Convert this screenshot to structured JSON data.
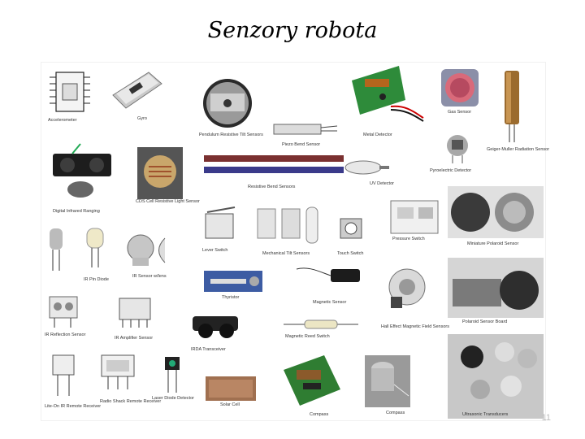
{
  "slide": {
    "title": "Senzory robota",
    "page_number": "11"
  },
  "sensors": [
    "Accelerometer",
    "Gyro",
    "Pendulum Resistive Tilt Sensors",
    "Piezo Bend Sensor",
    "Metal Detector",
    "Gas Sensor",
    "Geiger-Muller Radiation Sensor",
    "Pyroelectric Detector",
    "UV Detector",
    "Resistive Bend Sensors",
    "CDS Cell Resistive Light Sensor",
    "Digital Infrared Ranging",
    "Pressure Switch",
    "Miniature Polaroid Sensor",
    "Lever Switch",
    "Mechanical Tilt Sensors",
    "Touch Switch",
    "IR Pin Diode",
    "IR Sensor w/lens",
    "Thyristor",
    "Magnetic Sensor",
    "Polaroid Sensor Board",
    "Hall Effect Magnetic Field Sensors",
    "IR Reflection Sensor",
    "IR Amplifier Sensor",
    "IRDA Transceiver",
    "Magnetic Reed Switch",
    "Solar Cell",
    "Compass",
    "Compass",
    "Lite-On IR Remote Receiver",
    "Radio Shack Remote Receiver",
    "Laser Diode Detector",
    "Ultrasonic Transducers"
  ]
}
